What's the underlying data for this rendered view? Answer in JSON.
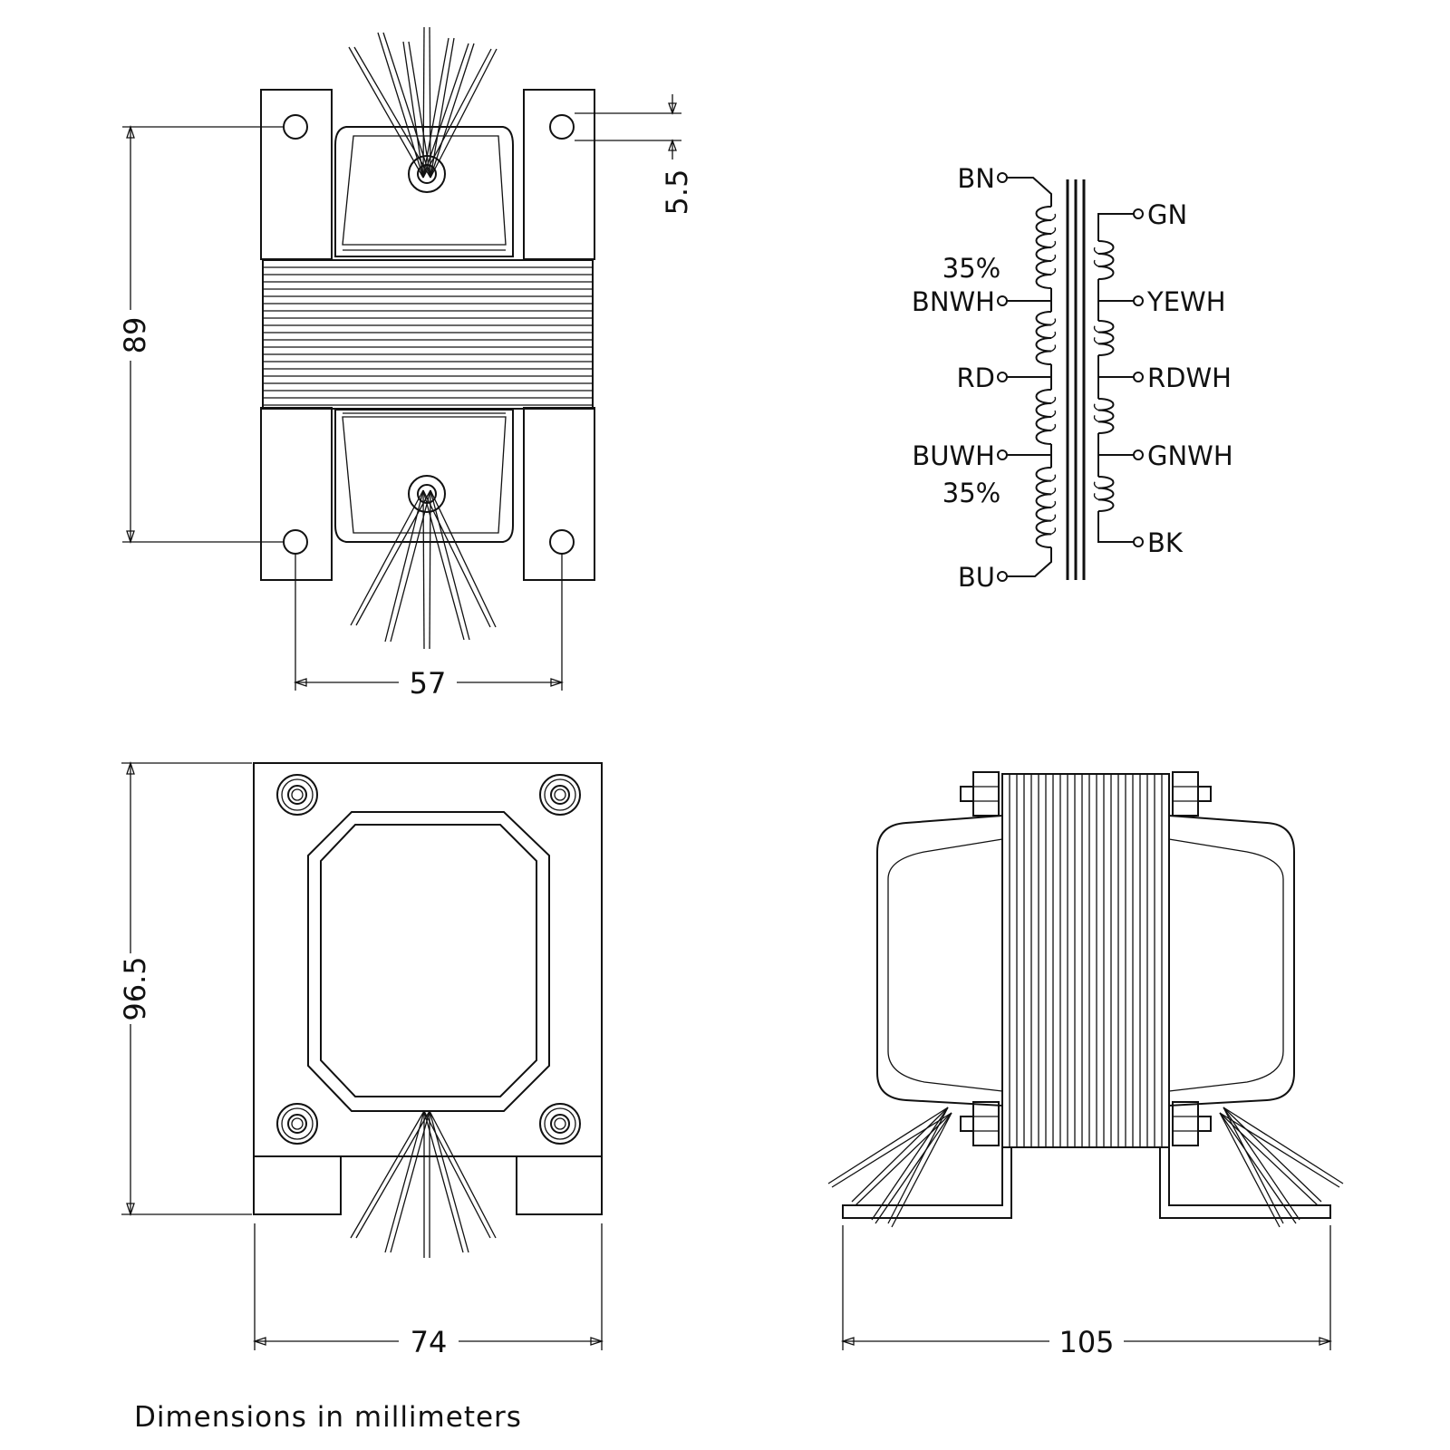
{
  "dimensions": {
    "mount_spacing_vertical": "89",
    "mount_spacing_horizontal": "57",
    "hole_diameter": "5.5",
    "height": "96.5",
    "width": "74",
    "depth": "105"
  },
  "caption": "Dimensions in millimeters",
  "schematic": {
    "primary": {
      "taps": [
        "BN",
        "BNWH",
        "RD",
        "BUWH",
        "BU"
      ],
      "tap_note_upper": "35%",
      "tap_note_lower": "35%"
    },
    "secondary": {
      "taps": [
        "GN",
        "YEWH",
        "RDWH",
        "GNWH",
        "BK"
      ]
    }
  }
}
